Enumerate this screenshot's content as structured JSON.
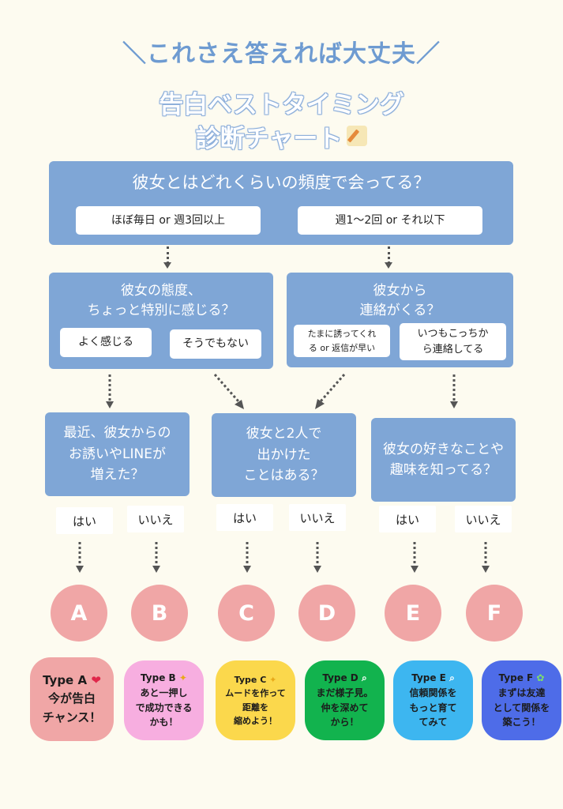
{
  "header": {
    "tagline": "＼これさえ答えれば大丈夫／"
  },
  "title": {
    "line1": "告白ベストタイミング",
    "line2": "診断チャート"
  },
  "q1": {
    "question": "彼女とはどれくらいの頻度で会ってる？",
    "answer_left": "ほぼ毎日 or 週3回以上",
    "answer_right": "週1〜2回 or それ以下"
  },
  "q2_left": {
    "line1": "彼女の態度、",
    "line2": "ちょっと特別に感じる？",
    "answer_left": "よく感じる",
    "answer_right": "そうでもない"
  },
  "q2_right": {
    "line1": "彼女から",
    "line2": "連絡がくる？",
    "answer_left_line1": "たまに誘ってくれ",
    "answer_left_line2": "る or 返信が早い",
    "answer_right_line1": "いつもこっちか",
    "answer_right_line2": "ら連絡してる"
  },
  "q3_left": {
    "line1": "最近、彼女からの",
    "line2": "お誘いやLINEが",
    "line3": "増えた？"
  },
  "q3_mid": {
    "line1": "彼女と2人で",
    "line2": "出かけた",
    "line3": "ことはある？"
  },
  "q3_right": {
    "line1": "彼女の好きなことや",
    "line2": "趣味を知ってる？"
  },
  "yes_label": "はい",
  "no_label": "いいえ",
  "results": [
    {
      "letter": "A",
      "type": "Type A",
      "icon": "heart-icon",
      "line1": "今が告白",
      "line2": "チャンス！",
      "line3": "",
      "color": "#f0a6a6"
    },
    {
      "letter": "B",
      "type": "Type B",
      "icon": "sparkle-icon",
      "line1": "あと一押し",
      "line2": "で成功できる",
      "line3": "かも！",
      "color": "#f7aee0"
    },
    {
      "letter": "C",
      "type": "Type C",
      "icon": "sparkle-icon",
      "line1": "ムードを作って",
      "line2": "距離を",
      "line3": "縮めよう！",
      "color": "#fbd84c"
    },
    {
      "letter": "D",
      "type": "Type D",
      "icon": "magnifier-icon",
      "line1": "まだ様子見。",
      "line2": "仲を深めて",
      "line3": "から！",
      "color": "#12b34e"
    },
    {
      "letter": "E",
      "type": "Type E",
      "icon": "magnifier-icon",
      "line1": "信頼関係を",
      "line2": "もっと育て",
      "line3": "てみて",
      "color": "#3db6f0"
    },
    {
      "letter": "F",
      "type": "Type F",
      "icon": "sprout-icon",
      "line1": "まずは友達",
      "line2": "として関係を",
      "line3": "築こう！",
      "color": "#4e6ce8"
    }
  ],
  "colors": {
    "question_box": "#7fa6d6",
    "background": "#fdfbf0",
    "circle": "#f0a6a6",
    "heading": "#6e9bd1"
  }
}
